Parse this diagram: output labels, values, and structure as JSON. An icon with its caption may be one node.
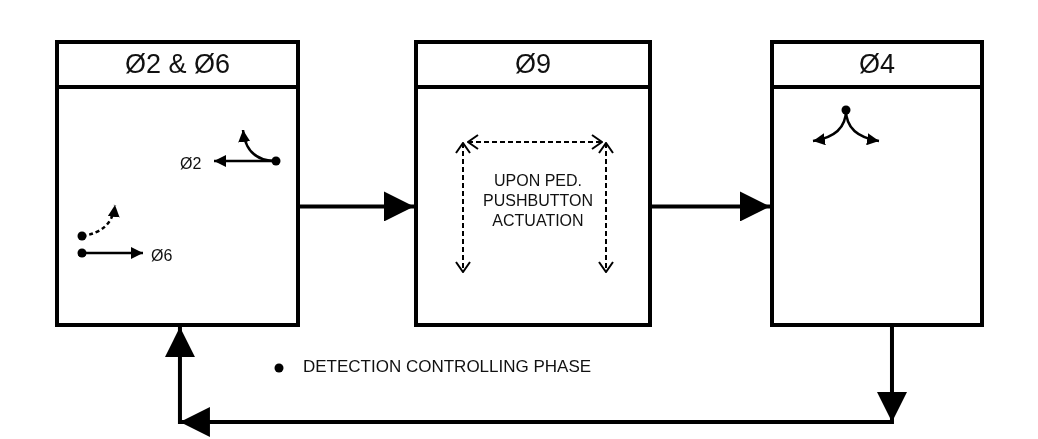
{
  "diagram": {
    "nodes": [
      {
        "text": [
          "Ø2 & Ø6",
          "Ø2",
          "Ø6"
        ]
      },
      {
        "text": [
          "Ø9",
          "UPON PED. PUSHBUTTON ACTUATION"
        ]
      },
      {
        "text": [
          "Ø4"
        ]
      }
    ],
    "edges": [
      {
        "from": 0,
        "to": 1,
        "arrow": "to"
      },
      {
        "from": 1,
        "to": 2,
        "arrow": "to"
      },
      {
        "from": 2,
        "to": 0,
        "arrow": "to"
      }
    ],
    "legend": [
      {
        "text": "DETECTION CONTROLLING PHASE"
      }
    ]
  }
}
